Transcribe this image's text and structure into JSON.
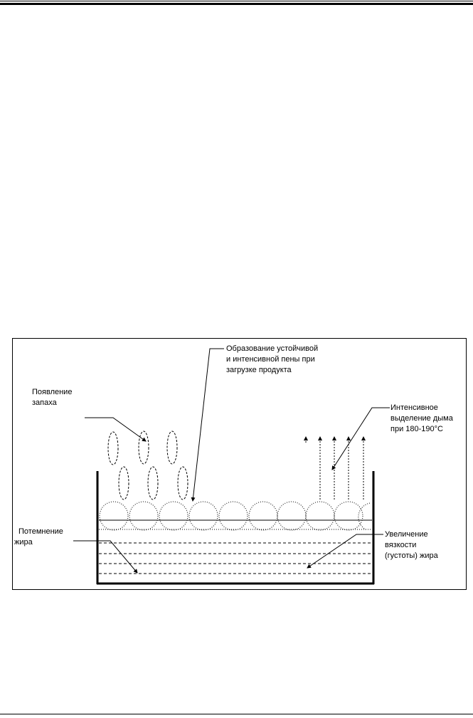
{
  "diagram": {
    "labels": {
      "foam": [
        "Образование устойчивой",
        "и интенсивной пены при",
        "загрузке продукта"
      ],
      "smell": [
        "Появление",
        "запаха"
      ],
      "smoke": [
        "Интенсивное",
        "выделение дыма",
        "при 180-190°С"
      ],
      "darkening": [
        "Потемнение",
        "жира"
      ],
      "viscosity": [
        "Увеличение",
        "вязкости",
        "(густоты) жира"
      ]
    }
  }
}
